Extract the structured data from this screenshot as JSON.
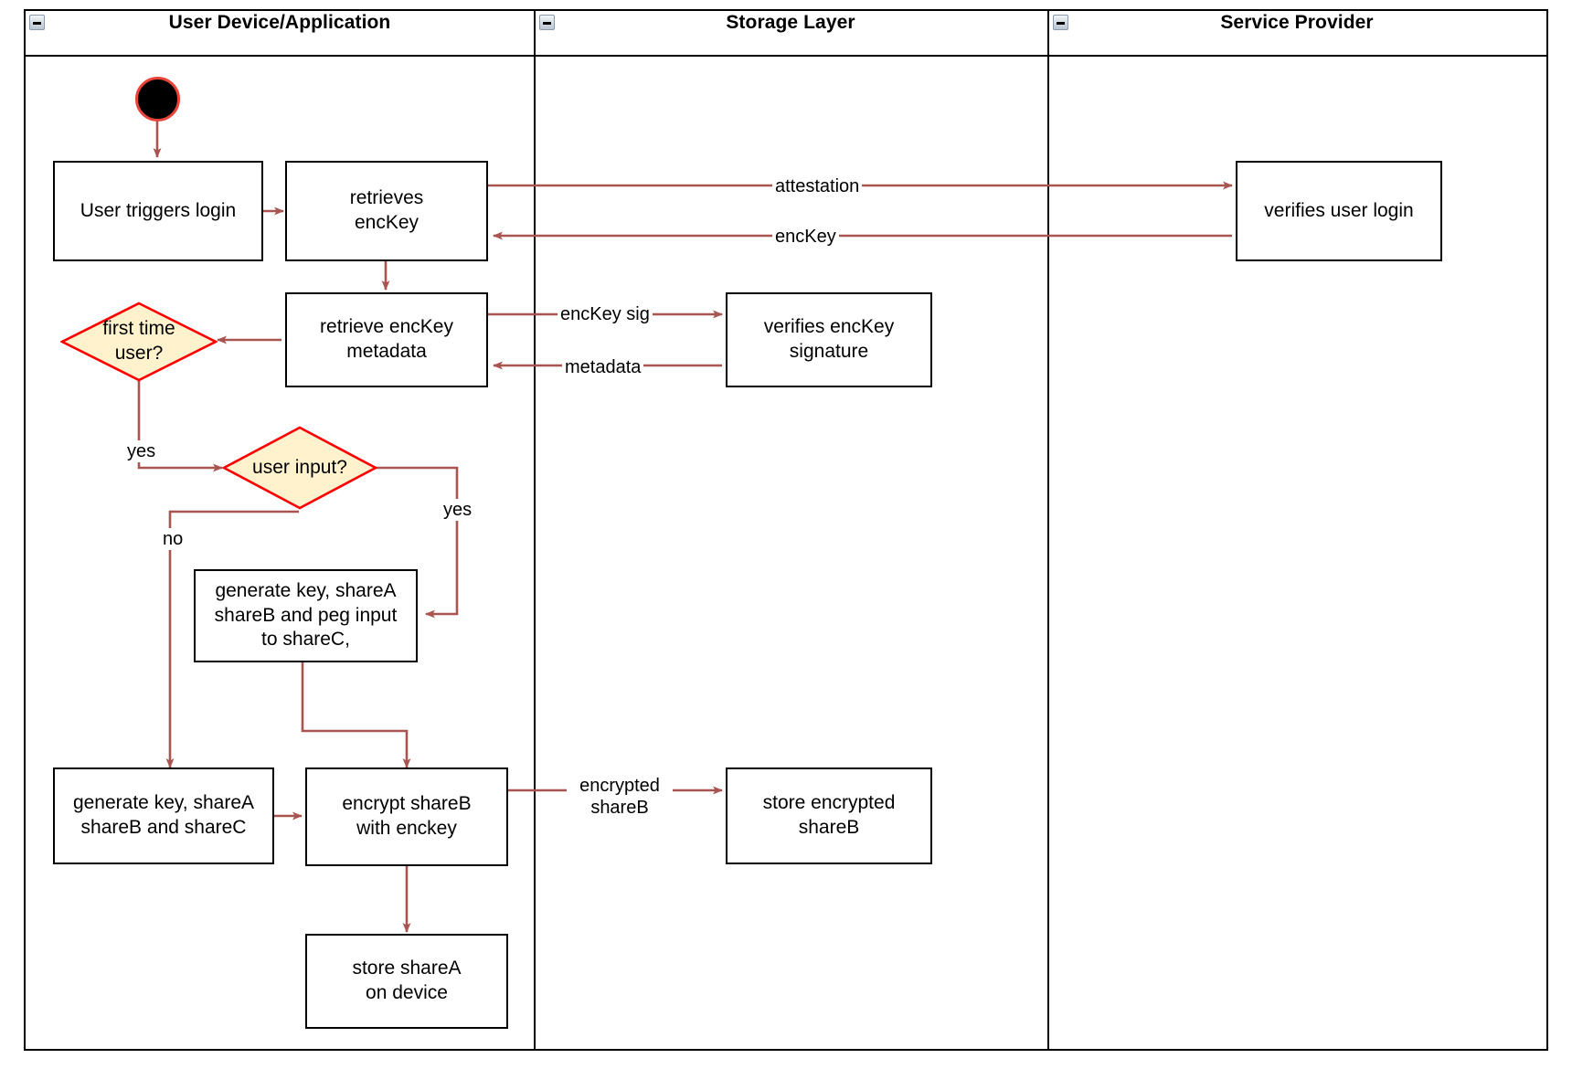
{
  "diagram": {
    "type": "uml-activity-swimlane",
    "lanes": [
      {
        "id": "user-device",
        "title": "User Device/Application",
        "collapse_icon": "collapse-minus-icon"
      },
      {
        "id": "storage-layer",
        "title": "Storage Layer",
        "collapse_icon": "collapse-minus-icon"
      },
      {
        "id": "service-provider",
        "title": "Service Provider",
        "collapse_icon": "collapse-minus-icon"
      }
    ],
    "colors": {
      "edge": "#a85450",
      "decision_fill": "#fff2cc",
      "decision_stroke": "#ff0000",
      "node_stroke": "#000000",
      "start_fill": "#000000",
      "start_stroke": "#e8443a",
      "lane_stroke": "#000000"
    },
    "nodes": [
      {
        "id": "start",
        "type": "initial-node",
        "lane": "user-device",
        "label": ""
      },
      {
        "id": "user-triggers-login",
        "type": "action",
        "lane": "user-device",
        "label": "User triggers login"
      },
      {
        "id": "retrieves-enckey",
        "type": "action",
        "lane": "user-device",
        "label": "retrieves\nencKey"
      },
      {
        "id": "retrieve-enckey-metadata",
        "type": "action",
        "lane": "user-device",
        "label": "retrieve encKey\nmetadata"
      },
      {
        "id": "first-time-user",
        "type": "decision",
        "lane": "user-device",
        "label": "first time\nuser?"
      },
      {
        "id": "user-input",
        "type": "decision",
        "lane": "user-device",
        "label": "user input?"
      },
      {
        "id": "generate-peg-input",
        "type": "action",
        "lane": "user-device",
        "label": "generate key, shareA\nshareB and peg input\nto shareC,"
      },
      {
        "id": "generate-shares",
        "type": "action",
        "lane": "user-device",
        "label": "generate key, shareA\nshareB and shareC"
      },
      {
        "id": "encrypt-shareb",
        "type": "action",
        "lane": "user-device",
        "label": "encrypt shareB\nwith enckey"
      },
      {
        "id": "store-sharea",
        "type": "action",
        "lane": "user-device",
        "label": "store shareA\non device"
      },
      {
        "id": "verifies-enckey-signature",
        "type": "action",
        "lane": "storage-layer",
        "label": "verifies encKey signature"
      },
      {
        "id": "store-encrypted-shareb",
        "type": "action",
        "lane": "storage-layer",
        "label": "store encrypted\nshareB"
      },
      {
        "id": "verifies-user-login",
        "type": "action",
        "lane": "service-provider",
        "label": "verifies user login"
      }
    ],
    "edge_labels": [
      {
        "id": "attestation",
        "text": "attestation",
        "from": "retrieves-enckey",
        "to": "verifies-user-login"
      },
      {
        "id": "enckey",
        "text": "encKey",
        "from": "verifies-user-login",
        "to": "retrieves-enckey"
      },
      {
        "id": "enckey-sig",
        "text": "encKey sig",
        "from": "retrieve-enckey-metadata",
        "to": "verifies-enckey-signature"
      },
      {
        "id": "metadata",
        "text": "metadata",
        "from": "verifies-enckey-signature",
        "to": "retrieve-enckey-metadata"
      },
      {
        "id": "first-time-yes",
        "text": "yes",
        "from": "first-time-user",
        "to": "user-input"
      },
      {
        "id": "user-input-no",
        "text": "no",
        "from": "user-input",
        "to": "generate-shares"
      },
      {
        "id": "user-input-yes",
        "text": "yes",
        "from": "user-input",
        "to": "generate-peg-input"
      },
      {
        "id": "encrypted-shareb",
        "text": "encrypted\nshareB",
        "from": "encrypt-shareb",
        "to": "store-encrypted-shareb"
      }
    ]
  }
}
